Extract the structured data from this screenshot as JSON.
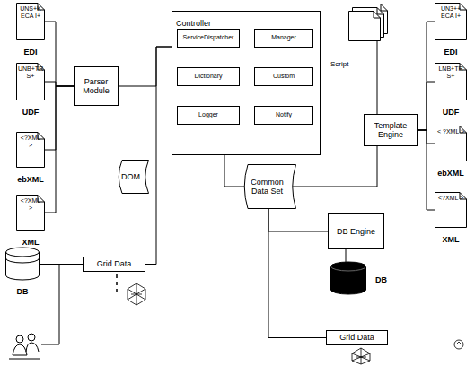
{
  "diagram": {
    "nodes": [
      {
        "text": [
          "UNS+K ECA I+",
          "EDI"
        ]
      },
      {
        "text": [
          "UNB+TR S+",
          "UDF"
        ]
      },
      {
        "text": [
          "<?XML >",
          "ebXML"
        ]
      },
      {
        "text": [
          "<?XML >",
          "XML"
        ]
      },
      {
        "text": [
          "DB"
        ]
      },
      {
        "text": [
          "Parser Module"
        ]
      },
      {
        "text": [
          "DOM"
        ]
      },
      {
        "text": [
          "Grid Data"
        ]
      },
      {
        "text": [
          "Controller"
        ]
      },
      {
        "text": [
          "ServiceDispatcher"
        ],
        "in": 8
      },
      {
        "text": [
          "Manager"
        ],
        "in": 8
      },
      {
        "text": [
          "Dictionary"
        ],
        "in": 8
      },
      {
        "text": [
          "Custom"
        ],
        "in": 8
      },
      {
        "text": [
          "Logger"
        ],
        "in": 8
      },
      {
        "text": [
          "Notify"
        ],
        "in": 8
      },
      {
        "text": [
          "Script"
        ]
      },
      {
        "text": [
          "Common Data Set"
        ]
      },
      {
        "text": [
          "Template Engine"
        ]
      },
      {
        "text": [
          "DB Engine"
        ]
      },
      {
        "text": [
          "DB"
        ]
      },
      {
        "text": [
          "Grid Data"
        ]
      },
      {
        "text": [
          "UN3++ ECA I+",
          "EDI"
        ]
      },
      {
        "text": [
          "LNB+TR S+",
          "UDF"
        ]
      },
      {
        "text": [
          "< ?XML >",
          "ebXML"
        ]
      },
      {
        "text": [
          "<?XML >",
          "XML"
        ]
      }
    ],
    "edges": [
      {
        "from": 0,
        "to": 5,
        "arrow": "none"
      },
      {
        "from": 1,
        "to": 5,
        "arrow": "none"
      },
      {
        "from": 2,
        "to": 5,
        "arrow": "none"
      },
      {
        "from": 3,
        "to": 5,
        "arrow": "none"
      },
      {
        "from": 4,
        "to": 7,
        "arrow": "none"
      },
      {
        "from": 5,
        "to": 8,
        "arrow": "none"
      },
      {
        "from": 7,
        "to": 8,
        "arrow": "none"
      },
      {
        "from": 8,
        "to": 16,
        "arrow": "none"
      },
      {
        "from": 15,
        "to": 17,
        "arrow": "none"
      },
      {
        "from": 17,
        "to": 16,
        "arrow": "none"
      },
      {
        "from": 17,
        "to": 21,
        "arrow": "none"
      },
      {
        "from": 17,
        "to": 22,
        "arrow": "none"
      },
      {
        "from": 17,
        "to": 23,
        "arrow": "none"
      },
      {
        "from": 17,
        "to": 24,
        "arrow": "none"
      },
      {
        "from": 16,
        "to": 18,
        "arrow": "none"
      },
      {
        "from": 18,
        "to": 19,
        "arrow": "none"
      },
      {
        "from": 16,
        "to": 20,
        "arrow": "none"
      }
    ]
  }
}
